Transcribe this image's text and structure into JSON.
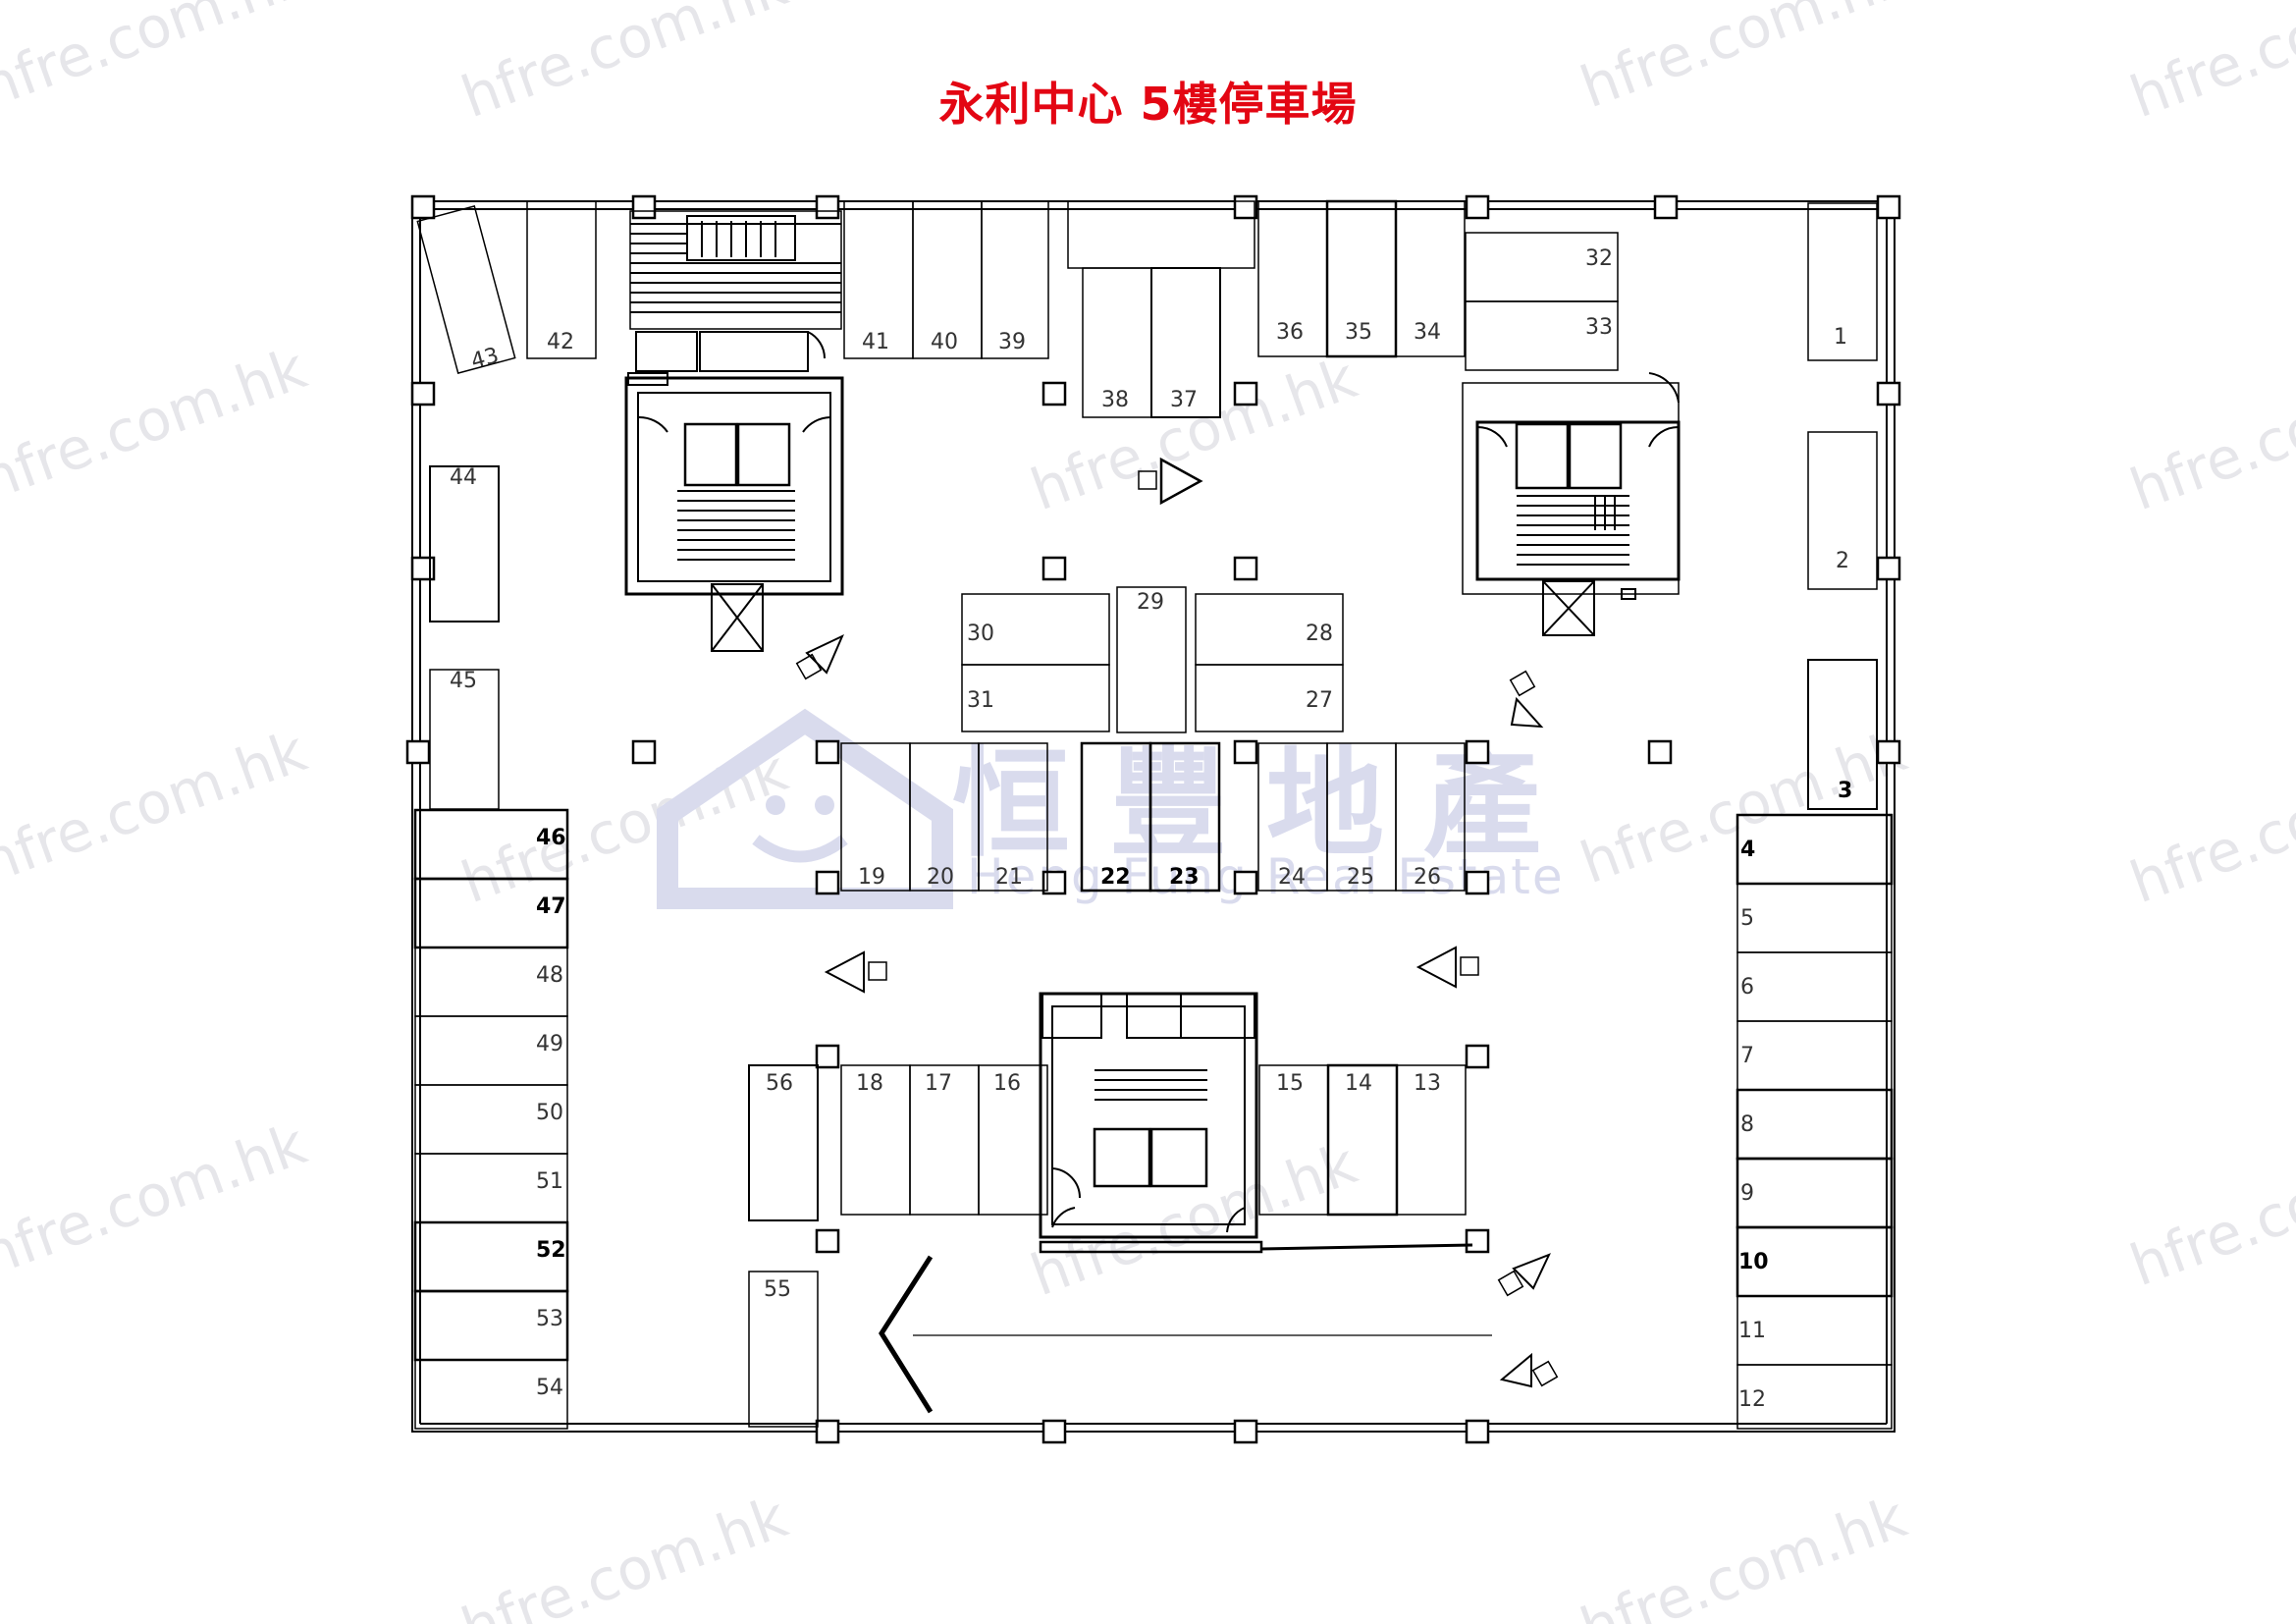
{
  "title": "永利中心 5樓停車場",
  "title_color": "#e30613",
  "watermark": {
    "text": "hfre.com.hk",
    "logo_cn": "恒豐地產",
    "logo_en": "Heng Fung Real Estate",
    "logo_color": "#d9dbed"
  },
  "spaces": {
    "s1": "1",
    "s2": "2",
    "s3": "3",
    "s4": "4",
    "s5": "5",
    "s6": "6",
    "s7": "7",
    "s8": "8",
    "s9": "9",
    "s10": "10",
    "s11": "11",
    "s12": "12",
    "s13": "13",
    "s14": "14",
    "s15": "15",
    "s16": "16",
    "s17": "17",
    "s18": "18",
    "s19": "19",
    "s20": "20",
    "s21": "21",
    "s22": "22",
    "s23": "23",
    "s24": "24",
    "s25": "25",
    "s26": "26",
    "s27": "27",
    "s28": "28",
    "s29": "29",
    "s30": "30",
    "s31": "31",
    "s32": "32",
    "s33": "33",
    "s34": "34",
    "s35": "35",
    "s36": "36",
    "s37": "37",
    "s38": "38",
    "s39": "39",
    "s40": "40",
    "s41": "41",
    "s42": "42",
    "s43": "43",
    "s44": "44",
    "s45": "45",
    "s46": "46",
    "s47": "47",
    "s48": "48",
    "s49": "49",
    "s50": "50",
    "s51": "51",
    "s52": "52",
    "s53": "53",
    "s54": "54",
    "s55": "55",
    "s56": "56"
  }
}
